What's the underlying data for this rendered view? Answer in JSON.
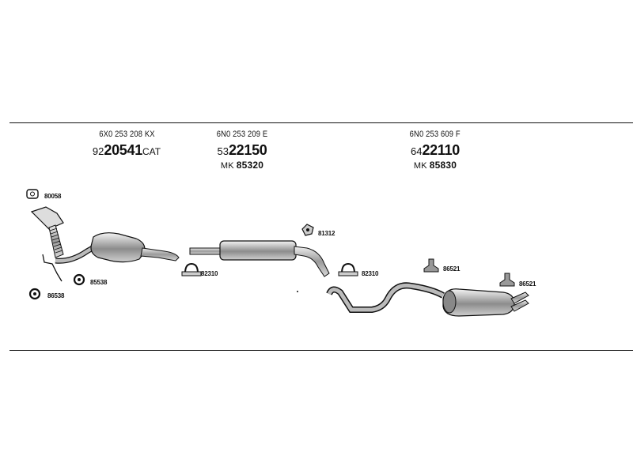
{
  "groups": [
    {
      "oe": "6X0 253 208 KX",
      "prefix": "92",
      "big": "20541",
      "suffix": "CAT",
      "mk_prefix": "",
      "mk_number": ""
    },
    {
      "oe": "6N0 253 209 E",
      "prefix": "53",
      "big": "22150",
      "suffix": "",
      "mk_prefix": "MK",
      "mk_number": "85320"
    },
    {
      "oe": "6N0 253 609 F",
      "prefix": "64",
      "big": "22110",
      "suffix": "",
      "mk_prefix": "MK",
      "mk_number": "85830"
    }
  ],
  "parts": {
    "gasket": "80058",
    "ring_1": "86538",
    "ring_2": "85538",
    "clamp_1": "82310",
    "hanger_mid": "81312",
    "clamp_2": "82310",
    "hanger_rear_1": "86521",
    "hanger_rear_2": "86521"
  }
}
